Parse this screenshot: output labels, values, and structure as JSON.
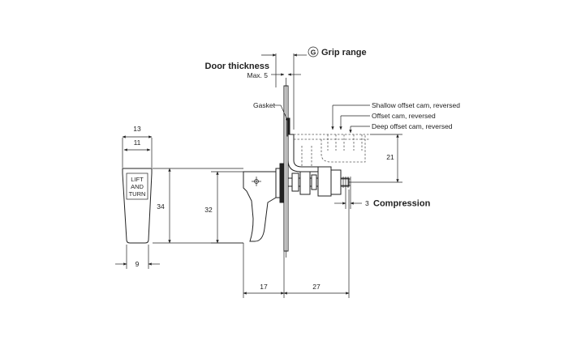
{
  "labels": {
    "grip_badge": "G",
    "grip_range": "Grip range",
    "door_thickness": "Door thickness",
    "door_max": "Max. 5",
    "gasket": "Gasket",
    "shallow_cam": "Shallow offset cam, reversed",
    "offset_cam": "Offset cam, reversed",
    "deep_cam": "Deep offset cam, reversed",
    "compression": "Compression",
    "handle_line1": "LIFT",
    "handle_line2": "AND",
    "handle_line3": "TURN"
  },
  "dimensions": {
    "front_width_top": "13",
    "front_width_inner": "11",
    "front_height": "34",
    "front_bottom_width": "9",
    "side_height": "32",
    "handle_depth": "17",
    "cam_reach": "27",
    "cam_offset": "21",
    "compression_value": "3"
  }
}
